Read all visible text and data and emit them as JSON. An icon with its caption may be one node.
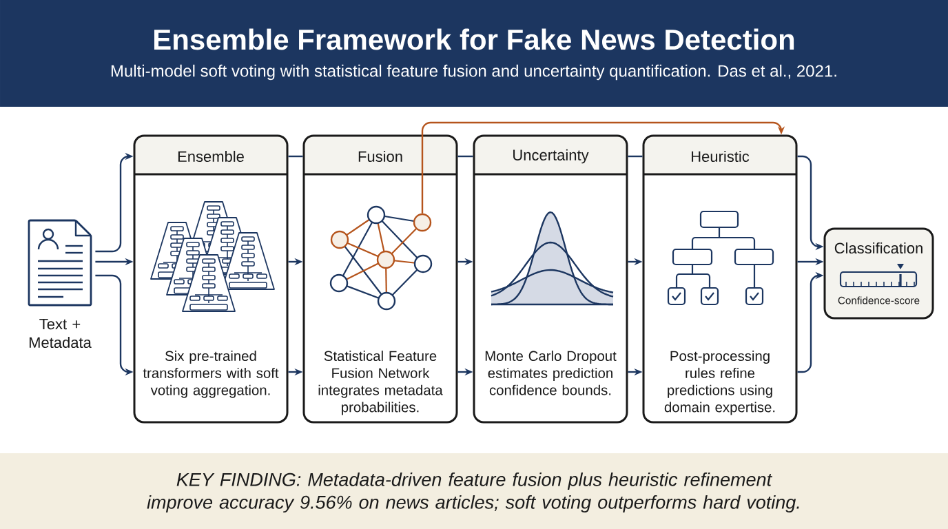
{
  "diagram": {
    "title": "Ensemble Framework for Fake News Detection",
    "caption": "KEY FINDING: Metadata-driven feature fusion plus heuristic refinement improve accuracy 9.56% on news articles; soft voting outperforms hard voting.",
    "labels": [
      "Multi-model soft voting with statistical feature fusion and uncertainty quantification. Das et al., 2021."
    ],
    "nodes": [
      {
        "text": [
          "Text + Metadata"
        ]
      },
      {
        "text": [
          "Ensemble",
          "Six pre-trained transformers with soft voting aggregation."
        ]
      },
      {
        "text": [
          "Fusion",
          "Statistical Feature Fusion Network integrates metadata probabilities."
        ]
      },
      {
        "text": [],
        "shape": "circle",
        "in": 2
      },
      {
        "text": [
          "Uncertainty",
          "Monte Carlo Dropout estimates prediction confidence bounds."
        ]
      },
      {
        "text": [
          "Heuristic",
          "Post-processing rules refine predictions using domain expertise."
        ]
      },
      {
        "text": [
          "Classification",
          "Confidence-score"
        ]
      }
    ],
    "edges": [
      {
        "from": 0,
        "to": 1,
        "arrow": "to"
      },
      {
        "from": 0,
        "to": 1,
        "arrow": "to"
      },
      {
        "from": 0,
        "to": 1,
        "arrow": "to"
      },
      {
        "from": 1,
        "to": 2,
        "arrow": "none"
      },
      {
        "from": 1,
        "to": 2,
        "arrow": "to"
      },
      {
        "from": 1,
        "to": 2,
        "arrow": "to"
      },
      {
        "from": 2,
        "to": 4,
        "arrow": "none"
      },
      {
        "from": 2,
        "to": 4,
        "arrow": "to"
      },
      {
        "from": 2,
        "to": 4,
        "arrow": "to"
      },
      {
        "from": 4,
        "to": 5,
        "arrow": "none"
      },
      {
        "from": 4,
        "to": 5,
        "arrow": "to"
      },
      {
        "from": 4,
        "to": 5,
        "arrow": "to"
      },
      {
        "from": 3,
        "to": 5,
        "arrow": "to",
        "color": "#b5541c"
      },
      {
        "from": 5,
        "to": 6,
        "arrow": "to"
      },
      {
        "from": 5,
        "to": 6,
        "arrow": "to"
      },
      {
        "from": 5,
        "to": 6,
        "arrow": "to"
      }
    ]
  }
}
